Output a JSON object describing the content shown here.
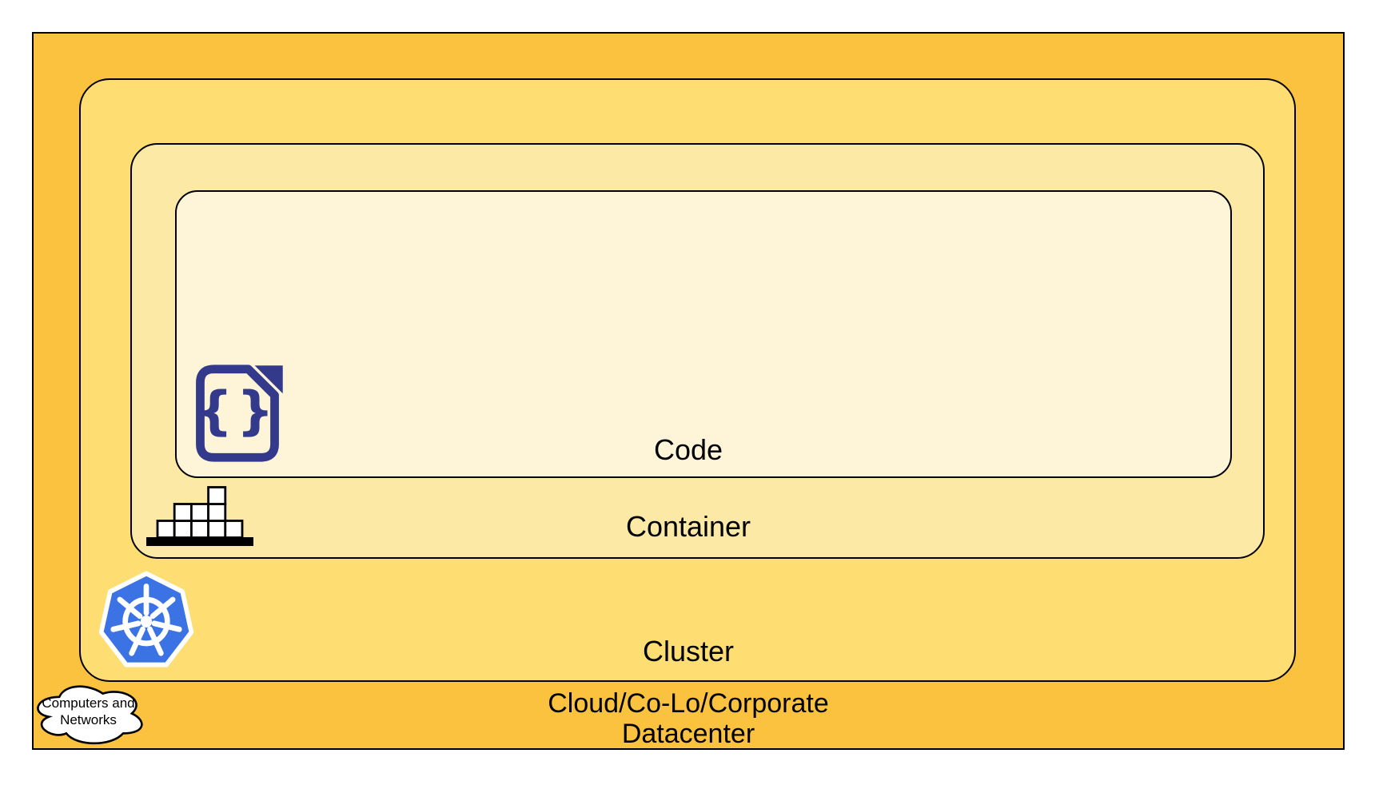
{
  "layers": {
    "code": {
      "label": "Code",
      "fill": "#FEF5D9"
    },
    "container": {
      "label": "Container",
      "fill": "#FDE9A6"
    },
    "cluster": {
      "label": "Cluster",
      "fill": "#FEDD72"
    },
    "datacenter": {
      "label_line1": "Cloud/Co-Lo/Corporate",
      "label_line2": "Datacenter",
      "fill": "#FAC23E"
    }
  },
  "cloud_badge": {
    "line1": "Computers and",
    "line2": "Networks"
  },
  "icons": {
    "code_file": "code-file-icon",
    "code_glyph": "{}",
    "container_stack": "container-stack-icon",
    "kubernetes": "kubernetes-icon",
    "cloud": "cloud-icon"
  },
  "colors": {
    "border": "#000000",
    "text": "#000000",
    "kubernetes_blue": "#3B72E4",
    "kubernetes_wheel": "#FFFFFF",
    "code_icon_navy": "#333A8C",
    "container_icon_black": "#000000",
    "cloud_fill": "#FFFFFF"
  }
}
